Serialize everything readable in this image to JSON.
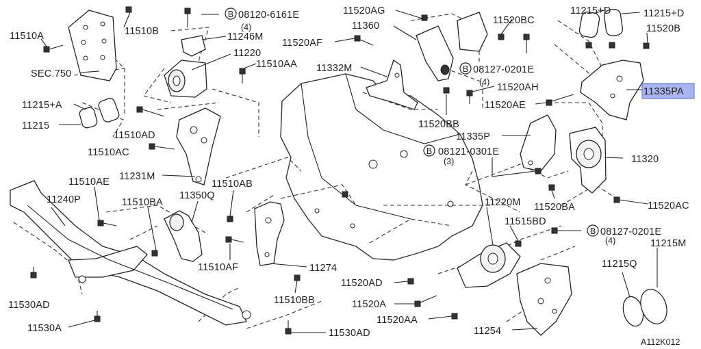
{
  "diagram": {
    "ref_code": "A112K012",
    "highlight_color": "#a9b5ef",
    "labels": {
      "p11510A": "11510A",
      "p11510B": "11510B",
      "sec750": "SEC.750",
      "b08120": "08120-6161E",
      "b08120_qty": "(4)",
      "p11246M": "11246M",
      "p11220": "11220",
      "p11510AA": "11510AA",
      "p11215A": "11215+A",
      "p11215": "11215",
      "p11510AD": "11510AD",
      "p11510AC": "11510AC",
      "p11231M": "11231M",
      "p11520AG": "11520AG",
      "p11360": "11360",
      "p11520AF": "11520AF",
      "p11332M": "11332M",
      "b08127a": "08127-0201E",
      "b08127a_qty": "(4)",
      "p11520AH": "11520AH",
      "p11520BB": "11520BB",
      "p11520BC": "11520BC",
      "p11215D_1": "11215+D",
      "p11215D_2": "11215+D",
      "p11520B": "11520B",
      "p11335PA": "11335PA",
      "p11520AE": "11520AE",
      "p11335P": "11335P",
      "b08121": "08121-0301E",
      "b08121_qty": "(3)",
      "p11320": "11320",
      "p11520BA": "11520BA",
      "p11520AC": "11520AC",
      "p11510AE": "11510AE",
      "p11240P": "11240P",
      "p11510BA": "11510BA",
      "p11350Q": "11350Q",
      "p11510AB": "11510AB",
      "p11510AF": "11510AF",
      "p11274": "11274",
      "p11510BB": "11510BB",
      "p11220M": "11220M",
      "p11515BD": "11515BD",
      "b08127b": "08127-0201E",
      "b08127b_qty": "(4)",
      "p11215M": "11215M",
      "p11215Q": "11215Q",
      "p11520AD": "11520AD",
      "p11520A": "11520A",
      "p11520AA": "11520AA",
      "p11254": "11254",
      "p11530AD": "11530AD",
      "p11530A": "11530A",
      "p11530AD_2": "11530AD",
      "bolt_marker": "B"
    }
  }
}
